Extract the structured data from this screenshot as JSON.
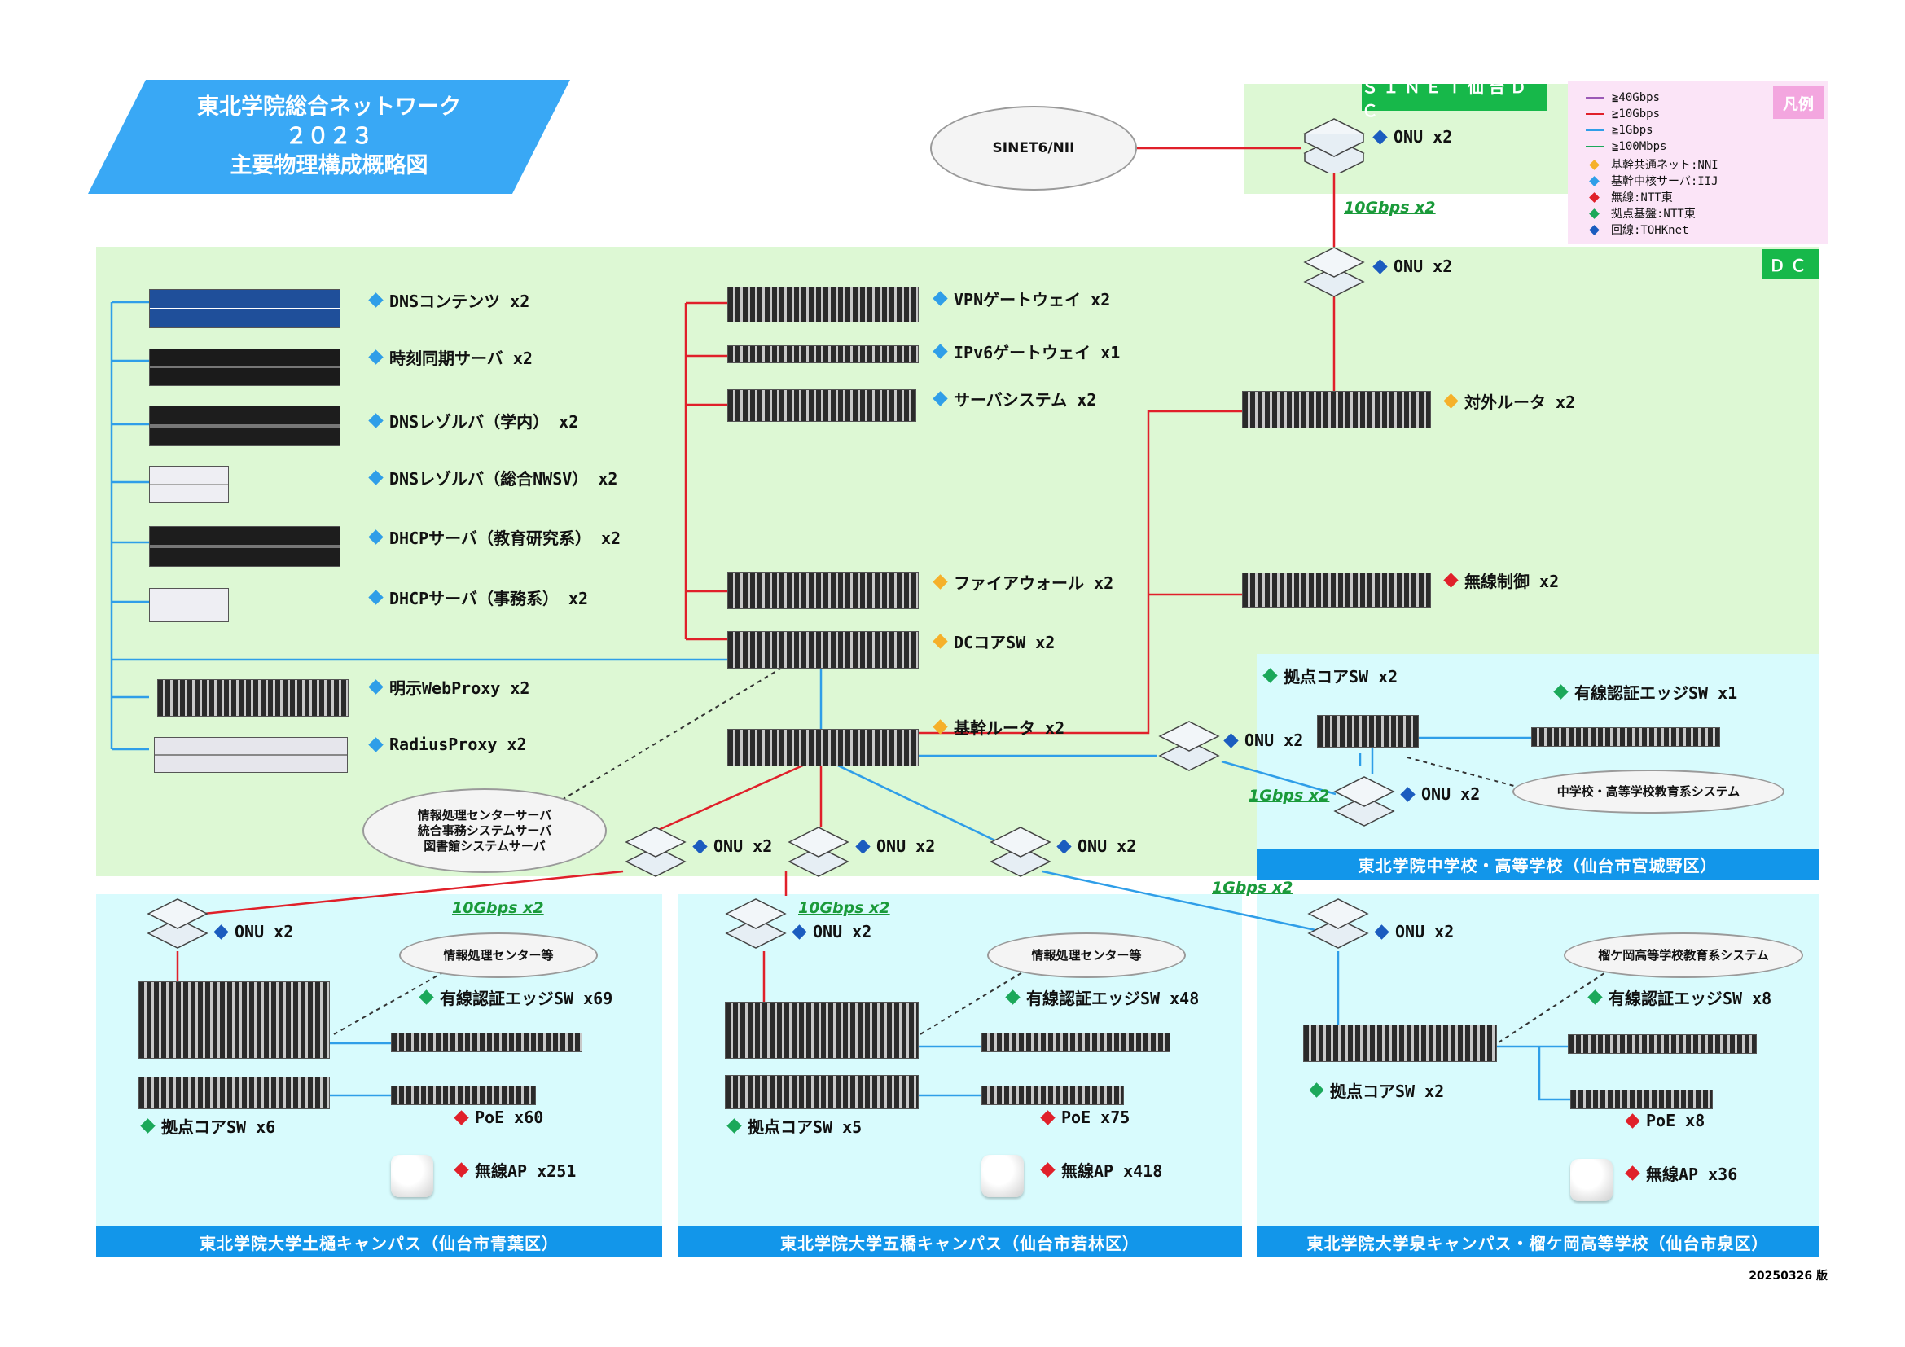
{
  "title": {
    "line1": "東北学院総合ネットワーク",
    "line2": "２０２３",
    "line3": "主要物理構成概略図"
  },
  "zones": {
    "sinet_dc": "ＳＩＮＥＴ仙台ＤＣ",
    "dc": "ＤＣ",
    "junior_high": "東北学院中学校・高等学校（仙台市宮城野区）",
    "tsuchitoi": "東北学院大学土樋キャンパス（仙台市青葉区）",
    "gorin": "東北学院大学五橋キャンパス（仙台市若林区）",
    "izumi": "東北学院大学泉キャンパス・榴ケ岡高等学校（仙台市泉区）"
  },
  "legend": {
    "title": "凡例",
    "lines": [
      {
        "label": "≧40Gbps",
        "color": "#9b59b6"
      },
      {
        "label": "≧10Gbps",
        "color": "#e0202a"
      },
      {
        "label": "≧1Gbps",
        "color": "#2f9ee8"
      },
      {
        "label": "≧100Mbps",
        "color": "#1ba85a"
      }
    ],
    "markers": [
      {
        "label": "基幹共通ネット:NNI",
        "color": "#f5b02a"
      },
      {
        "label": "基幹中核サーバ:IIJ",
        "color": "#2f9ee8"
      },
      {
        "label": "無線:NTT東",
        "color": "#e0202a"
      },
      {
        "label": "拠点基盤:NTT東",
        "color": "#1ba85a"
      },
      {
        "label": "回線:TOHKnet",
        "color": "#1b5cbf"
      }
    ]
  },
  "clouds": {
    "sinet": "SINET6/NII",
    "center_servers": [
      "情報処理センターサーバ",
      "統合事務システムサーバ",
      "図書館システムサーバ"
    ],
    "jh_system": "中学校・高等学校教育系システム",
    "tsuchitoi_center": "情報処理センター等",
    "gorin_center": "情報処理センター等",
    "izumi_system": "榴ケ岡高等学校教育系システム"
  },
  "labels": {
    "dns_contents": "DNSコンテンツ x2",
    "time_sync": "時刻同期サーバ x2",
    "dns_resolver_campus": "DNSレゾルバ（学内） x2",
    "dns_resolver_nwsv": "DNSレゾルバ（総合NWSV） x2",
    "dhcp_edu": "DHCPサーバ（教育研究系） x2",
    "dhcp_office": "DHCPサーバ（事務系） x2",
    "web_proxy": "明示WebProxy x2",
    "radius_proxy": "RadiusProxy x2",
    "vpn_gw": "VPNゲートウェイ x2",
    "ipv6_gw": "IPv6ゲートウェイ x1",
    "server_system": "サーバシステム x2",
    "firewall": "ファイアウォール x2",
    "dc_core_sw": "DCコアSW x2",
    "backbone_router": "基幹ルータ x2",
    "external_router": "対外ルータ x2",
    "wireless_ctrl": "無線制御 x2",
    "onu_sinet": "ONU x2",
    "onu_dc": "ONU x2",
    "onu_jh1": "ONU x2",
    "onu_jh2": "ONU x2",
    "onu_dc_a": "ONU x2",
    "onu_dc_b": "ONU x2",
    "onu_dc_c": "ONU x2",
    "onu_tsuchitoi": "ONU x2",
    "onu_gorin": "ONU x2",
    "onu_izumi": "ONU x2",
    "jh_core_sw": "拠点コアSW x2",
    "jh_edge_sw": "有線認証エッジSW x1",
    "ts_edge_sw": "有線認証エッジSW x69",
    "ts_core_sw": "拠点コアSW x6",
    "ts_poe": "PoE x60",
    "ts_ap": "無線AP x251",
    "go_edge_sw": "有線認証エッジSW x48",
    "go_core_sw": "拠点コアSW x5",
    "go_poe": "PoE x75",
    "go_ap": "無線AP x418",
    "iz_edge_sw": "有線認証エッジSW x8",
    "iz_core_sw": "拠点コアSW x2",
    "iz_poe": "PoE x8",
    "iz_ap": "無線AP x36"
  },
  "speeds": {
    "sinet_link": "10Gbps x2",
    "jh_link": "1Gbps x2",
    "tsuchitoi_link": "10Gbps x2",
    "gorin_link": "10Gbps x2",
    "izumi_link": "1Gbps x2"
  },
  "version": "20250326 版",
  "colors": {
    "red": "#e0202a",
    "blue": "#2f9ee8",
    "navy": "#1b5cbf",
    "green": "#1ba85a",
    "orange": "#f5b02a"
  }
}
